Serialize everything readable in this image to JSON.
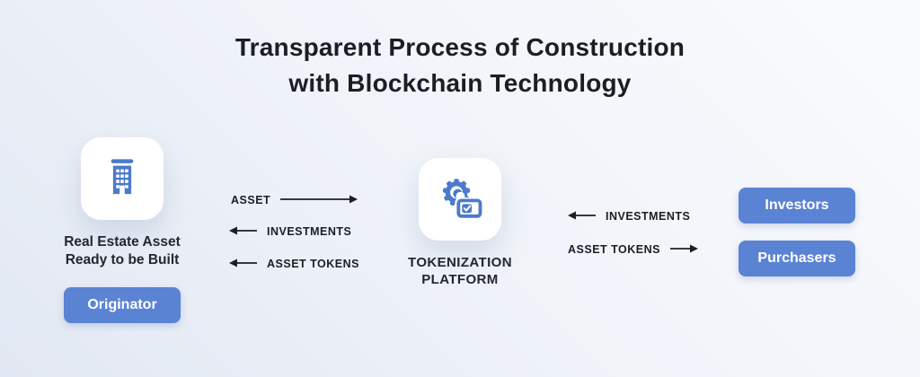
{
  "title": {
    "line1": "Transparent Process of Construction",
    "line2": "with Blockchain Technology"
  },
  "originator": {
    "caption_line1": "Real Estate Asset",
    "caption_line2": "Ready to be Built",
    "button_label": "Originator",
    "icon": "building-icon"
  },
  "platform": {
    "caption_line1": "TOKENIZATION",
    "caption_line2": "PLATFORM",
    "icon": "gear-check-icon"
  },
  "flows_left": [
    {
      "label": "ASSET",
      "direction": "right"
    },
    {
      "label": "INVESTMENTS",
      "direction": "left"
    },
    {
      "label": "ASSET TOKENS",
      "direction": "left"
    }
  ],
  "flows_right": [
    {
      "label": "INVESTMENTS",
      "direction": "left"
    },
    {
      "label": "ASSET TOKENS",
      "direction": "right"
    }
  ],
  "right_buttons": [
    {
      "label": "Investors"
    },
    {
      "label": "Purchasers"
    }
  ],
  "colors": {
    "accent_blue": "#5b83d4",
    "icon_blue": "#4d7ac9",
    "text_dark": "#1b1e25",
    "bg_from": "#e2e8f3",
    "bg_to": "#fafbfd"
  }
}
